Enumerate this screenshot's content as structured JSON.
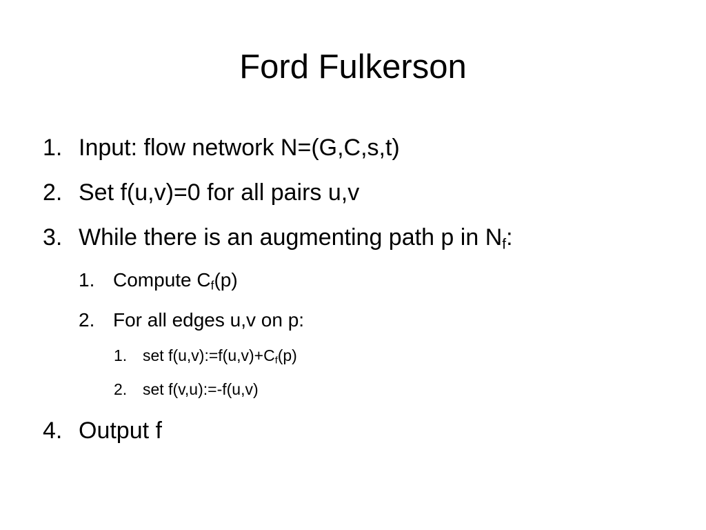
{
  "slide": {
    "title": "Ford Fulkerson",
    "steps": [
      {
        "number": "1.",
        "text": "Input: flow network N=(G,C,s,t)"
      },
      {
        "number": "2.",
        "text": "Set f(u,v)=0 for all pairs u,v"
      },
      {
        "number": "3.",
        "text_before": "While there is an augmenting path p in N",
        "subscript": "f",
        "text_after": ":"
      },
      {
        "number": "4.",
        "text": "Output f"
      }
    ],
    "substeps": [
      {
        "number": "1.",
        "text_before": "Compute C",
        "subscript": "f",
        "text_after": "(p)"
      },
      {
        "number": "2.",
        "text": "For all edges u,v on p:"
      }
    ],
    "subsubsteps": [
      {
        "number": "1.",
        "text_before": "set f(u,v):=f(u,v)+C",
        "subscript": "f",
        "text_after": "(p)"
      },
      {
        "number": "2.",
        "text": "set f(v,u):=-f(u,v)"
      }
    ]
  }
}
